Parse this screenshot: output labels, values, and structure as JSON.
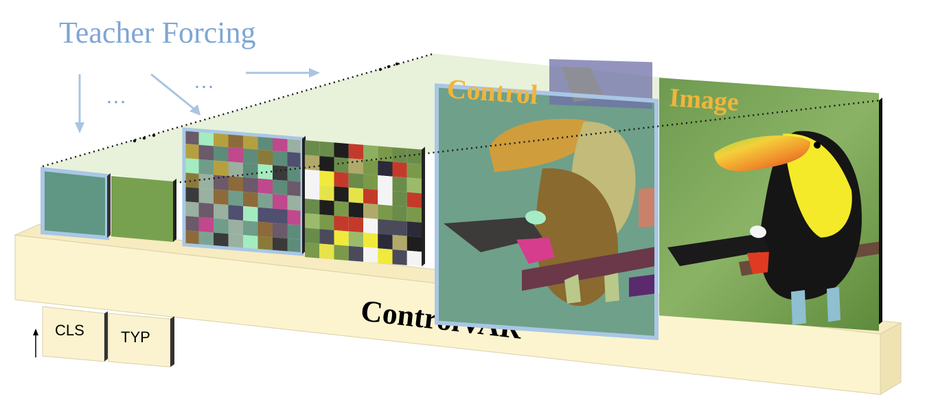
{
  "header": {
    "title": "Teacher Forcing",
    "ellipsis_left": "…",
    "ellipsis_right": "…"
  },
  "model_bar": {
    "label": "ControlVAR"
  },
  "tokens": {
    "cls_label": "CLS",
    "typ_label": "TYP"
  },
  "panels": {
    "control_label": "Control",
    "image_label": "Image"
  },
  "colors": {
    "title_blue": "#7ea6d4",
    "arrow_blue": "#a9c4e3",
    "bar_fill": "#fcf4cf",
    "bar_top": "#f7ebc0",
    "panel_label_orange": "#f1b53b",
    "control_bg": "#6fa08a",
    "image_bg": "#84ab62",
    "frame_blue": "#a9c7e5"
  },
  "icons": {
    "arrow_down": "arrow-down-icon",
    "arrow_diagonal": "arrow-diagonal-icon",
    "arrow_right": "arrow-right-icon",
    "toucan_control": "toucan-segmentation-illustration",
    "toucan_image": "toucan-photo-illustration"
  }
}
